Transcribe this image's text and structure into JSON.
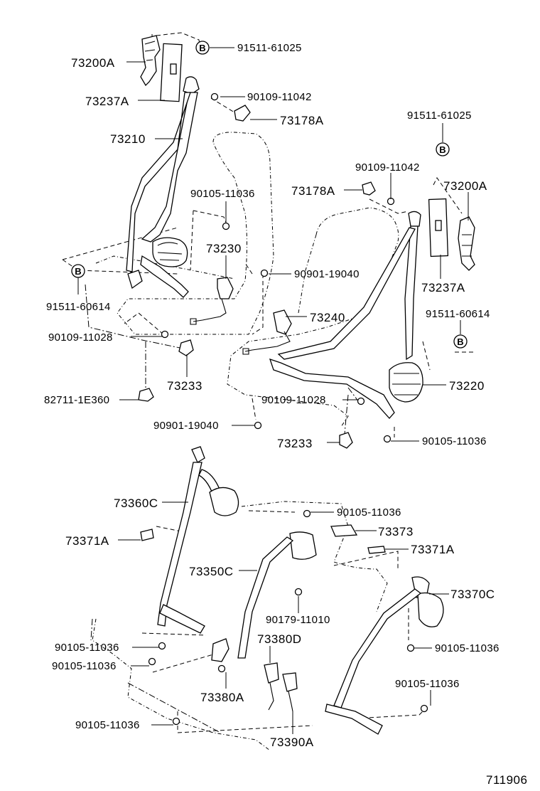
{
  "diagram_number": "711906",
  "circle_b": "B",
  "labels": {
    "l_73200A_left": "73200A",
    "l_91511_61025_top": "91511-61025",
    "l_73237A_left": "73237A",
    "l_90109_11042_left": "90109-11042",
    "l_73178A_left": "73178A",
    "l_73210": "73210",
    "l_91511_61025_right": "91511-61025",
    "l_90109_11042_right": "90109-11042",
    "l_90105_11036_a": "90105-11036",
    "l_73178A_right": "73178A",
    "l_73200A_right": "73200A",
    "l_73230": "73230",
    "l_91511_60614_left": "91511-60614",
    "l_90901_19040_a": "90901-19040",
    "l_73237A_right": "73237A",
    "l_91511_60614_right": "91511-60614",
    "l_73240": "73240",
    "l_90109_11028_left": "90109-11028",
    "l_73233_left": "73233",
    "l_73220": "73220",
    "l_82711_1E360": "82711-1E360",
    "l_90109_11028_right": "90109-11028",
    "l_90901_19040_b": "90901-19040",
    "l_73233_right": "73233",
    "l_90105_11036_b": "90105-11036",
    "l_73360C": "73360C",
    "l_90105_11036_c": "90105-11036",
    "l_73371A_left": "73371A",
    "l_73373": "73373",
    "l_73371A_right": "73371A",
    "l_73350C": "73350C",
    "l_73370C": "73370C",
    "l_90179_11010": "90179-11010",
    "l_73380D": "73380D",
    "l_90105_11036_d": "90105-11036",
    "l_90105_11036_e": "90105-11036",
    "l_90105_11036_f": "90105-11036",
    "l_73380A": "73380A",
    "l_90105_11036_g": "90105-11036",
    "l_90105_11036_h": "90105-11036",
    "l_73390A": "73390A"
  }
}
